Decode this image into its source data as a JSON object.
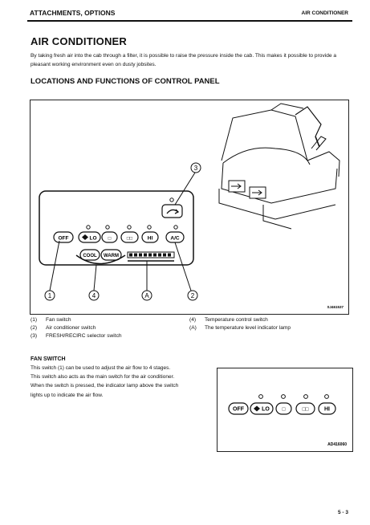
{
  "header": {
    "section": "ATTACHMENTS, OPTIONS",
    "topic": "AIR CONDITIONER"
  },
  "title": "AIR CONDITIONER",
  "intro": "By taking fresh air into the cab through a filter, it is possible to raise the pressure inside the cab. This makes it possible to provide a pleasant working environment even on dusty jobsites.",
  "section_title": "LOCATIONS AND FUNCTIONS OF CONTROL PANEL",
  "figure1": {
    "buttons": [
      "OFF",
      "LO",
      "□",
      "□□",
      "HI",
      "A/C"
    ],
    "temp_buttons": [
      "COOL",
      "WARM"
    ],
    "callouts": [
      "1",
      "4",
      "A",
      "2",
      "3"
    ],
    "code": "SJ461537"
  },
  "legend": {
    "left": [
      {
        "key": "(1)",
        "text": "Fan switch"
      },
      {
        "key": "(2)",
        "text": "Air conditioner switch"
      },
      {
        "key": "(3)",
        "text": "FRESH/RECIRC selector switch"
      }
    ],
    "right": [
      {
        "key": "(4)",
        "text": "Temperature control switch"
      },
      {
        "key": "(A)",
        "text": "The temperature level indicator lamp"
      }
    ]
  },
  "fan_switch": {
    "title": "FAN SWITCH",
    "lines": [
      "This switch (1) can be used to adjust the air flow to 4 stages.",
      "This switch also acts as the main switch for the air conditioner.",
      "When the switch is pressed, the indicator lamp above the switch",
      "lights up to indicate the air flow."
    ]
  },
  "figure2": {
    "buttons": [
      "OFF",
      "LO",
      "□",
      "□□",
      "HI"
    ],
    "code": "AD416060"
  },
  "page_number": "5 - 3"
}
